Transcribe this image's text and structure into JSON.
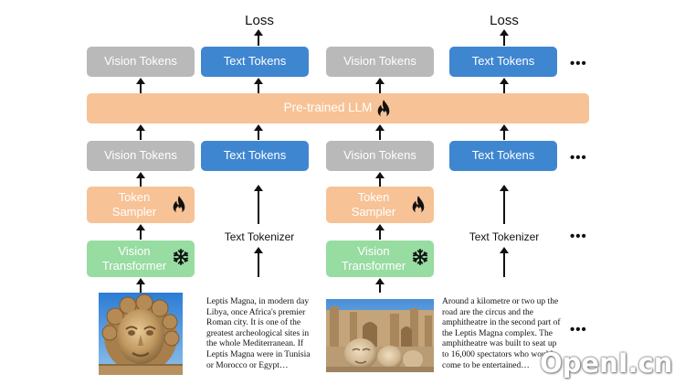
{
  "labels": {
    "loss": "Loss",
    "vision_tokens": "Vision Tokens",
    "text_tokens": "Text Tokens",
    "llm": "Pre-trained LLM",
    "token_sampler_line1": "Token",
    "token_sampler_line2": "Sampler",
    "vision_transformer_line1": "Vision",
    "vision_transformer_line2": "Transformer",
    "text_tokenizer": "Text Tokenizer",
    "ellipsis": "•••"
  },
  "passages": [
    "Leptis Magna, in modern day Libya, once Africa's premier Roman city. It is one of the greatest archeological sites in the whole Mediterranean. If Leptis Magna were in Tunisia or Morocco or Egypt…",
    "Around a kilometre or two up the road are the circus and the amphitheatre in the second part of the Leptis Magna complex. The amphitheatre was built to seat up to 16,000 spectators who would come to be entertained…"
  ],
  "images": [
    "medusa-head-sculpture-photo",
    "leptis-magna-ruins-photo"
  ],
  "icons": {
    "trainable": "fire-icon",
    "frozen": "snowflake-icon"
  },
  "colors": {
    "vision_tokens": "#b9b9b9",
    "text_tokens": "#3f86d1",
    "llm": "#f7c295",
    "token_sampler": "#f7c295",
    "vision_transformer": "#97dca1"
  },
  "watermark": "OpenI.cn"
}
